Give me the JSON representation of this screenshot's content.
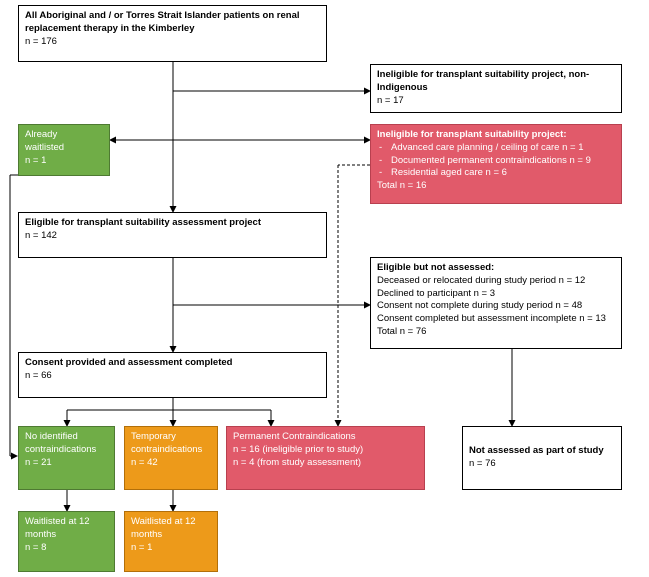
{
  "boxes": {
    "all_patients": {
      "title": "All Aboriginal and / or Torres Strait Islander patients on renal replacement therapy in the Kimberley",
      "n": "n = 176"
    },
    "ineligible_nonindigenous": {
      "title": "Ineligible for transplant suitability project, non-Indigenous",
      "n": "n = 17"
    },
    "already_waitlisted": {
      "title": "Already waitlisted",
      "n": "n = 1"
    },
    "ineligible_project": {
      "title": "Ineligible for transplant suitability project:",
      "items": [
        "Advanced care planning / ceiling of care n = 1",
        "Documented permanent contraindications n = 9",
        "Residential aged care n = 6"
      ],
      "total": "Total n = 16"
    },
    "eligible": {
      "title": "Eligible for transplant suitability assessment project",
      "n": "n = 142"
    },
    "eligible_not_assessed": {
      "title": "Eligible but not assessed:",
      "lines": [
        "Deceased or relocated during study period n = 12",
        "Declined to participant n = 3",
        "Consent not complete during study period n = 48",
        "Consent completed but assessment incomplete n = 13",
        "Total n = 76"
      ]
    },
    "consent": {
      "title": "Consent provided and assessment completed",
      "n": "n = 66"
    },
    "no_contra": {
      "title": "No identified contraindications",
      "n": "n = 21"
    },
    "temp_contra": {
      "title": "Temporary contraindications",
      "n": "n = 42"
    },
    "perm_contra": {
      "title": "Permanent Contraindications",
      "lines": [
        "n = 16 (ineligible prior to study)",
        "n = 4 (from study assessment)"
      ]
    },
    "not_assessed": {
      "title": "Not assessed as part of study",
      "n": "n = 76"
    },
    "waitlisted_green": {
      "title": "Waitlisted at 12 months",
      "n": "n = 8"
    },
    "waitlisted_orange": {
      "title": "Waitlisted at 12 months",
      "n": "n = 1"
    }
  },
  "colors": {
    "green": "#70ad47",
    "orange": "#ed9a1a",
    "red": "#e15a6a"
  }
}
